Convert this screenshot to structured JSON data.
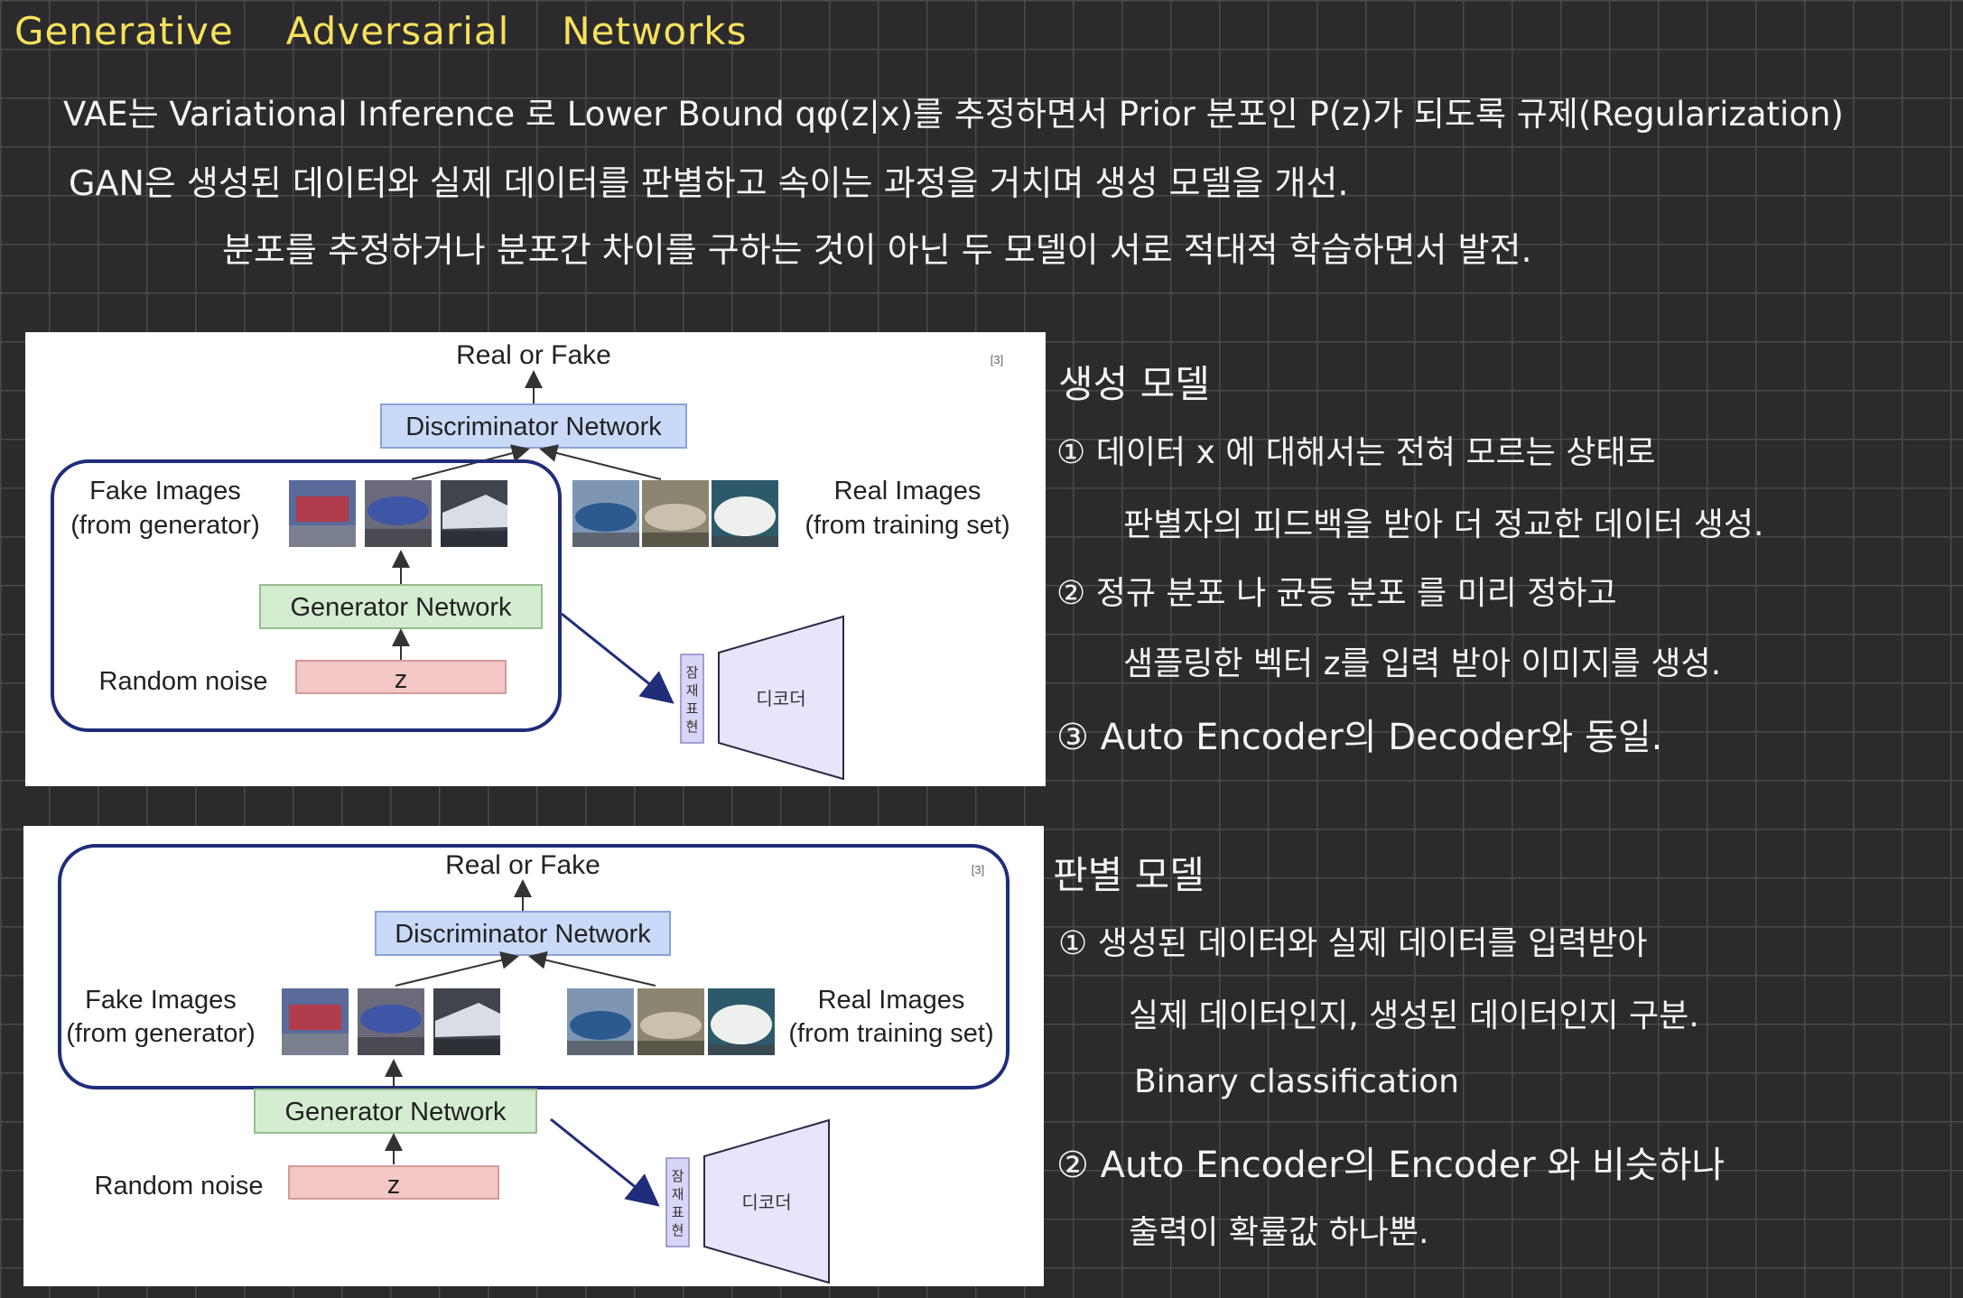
{
  "title": {
    "word1": "Generative",
    "word2": "Adversarial",
    "word3": "Networks"
  },
  "intro": {
    "line1": "VAE는  Variational Inference 로  Lower Bound qφ(z|x)를 추정하면서 Prior 분포인 P(z)가 되도록 규제(Regularization)",
    "line2": "GAN은  생성된 데이터와 실제 데이터를 판별하고 속이는 과정을 거치며 생성 모델을 개선.",
    "line3": "분포를 추정하거나  분포간 차이를 구하는 것이 아닌  두 모델이 서로 적대적 학습하면서  발전."
  },
  "diagram": {
    "real_or_fake": "Real or Fake",
    "discriminator": "Discriminator Network",
    "fake_title": "Fake Images",
    "fake_sub": "(from generator)",
    "real_title": "Real Images",
    "real_sub": "(from training set)",
    "generator": "Generator Network",
    "random_noise": "Random noise",
    "z": "z",
    "citation": "[3]",
    "latent": [
      "잠",
      "재",
      "표",
      "현"
    ],
    "decoder": "디코더"
  },
  "generator_section": {
    "heading": "생성 모델",
    "item1_line1": "①  데이터  x 에  대해서는  전혀 모르는  상태로",
    "item1_line2": "판별자의 피드백을  받아  더 정교한  데이터 생성.",
    "item2_line1": "②  정규 분포 나  균등 분포 를   미리 정하고",
    "item2_line2": "샘플링한  벡터 z를  입력 받아  이미지를  생성.",
    "item3_line1": "③  Auto Encoder의  Decoder와 동일."
  },
  "discriminator_section": {
    "heading": "판별 모델",
    "item1_line1": "①  생성된 데이터와   실제  데이터를  입력받아",
    "item1_line2": "실제  데이터인지,  생성된  데이터인지  구분.",
    "item1_line3": "Binary  classification",
    "item2_line1": "②  Auto Encoder의  Encoder 와  비슷하나",
    "item2_line2": "출력이  확률값  하나뿐."
  },
  "colors": {
    "title": "#f7e15c",
    "background": "#2b2b2d",
    "discriminator_box": "#c9d9f8",
    "generator_box": "#d4ecd0",
    "z_box": "#f4c7c7",
    "latent_box": "#d8d6f6",
    "decoder_fill": "#e6e5fb",
    "frame": "#1f2d7a"
  }
}
